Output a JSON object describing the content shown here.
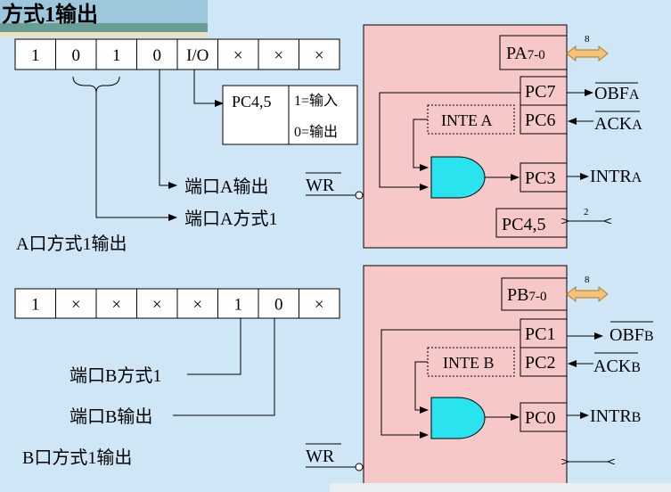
{
  "slide": {
    "title": "方式1输出",
    "colors": {
      "background": "#cfe6f7",
      "panel": "#f7c8c8",
      "panel_header": "#f7c8c8",
      "and_gate": "#29e3ee",
      "arrow": "#f6c27a",
      "line": "#000000"
    }
  },
  "port_a": {
    "control_word_bits": [
      "1",
      "0",
      "1",
      "0",
      "I/O",
      "×",
      "×",
      "×"
    ],
    "pc45_box": {
      "label": "PC4,5",
      "option_in": "1=输入",
      "option_out": "0=输出"
    },
    "label_output": "端口A输出",
    "label_mode": "端口A方式1",
    "caption": "A口方式1输出",
    "wr_signal": "WR",
    "pins": {
      "pa": "PA",
      "pa_sub": "7-0",
      "pa_width": "8",
      "pc7": "PC7",
      "pc6": "PC6",
      "pc3": "PC3",
      "pc45": "PC4,5",
      "pc45_width": "2"
    },
    "signals": {
      "obf": "OBF",
      "obf_sub": "A",
      "ack": "ACK",
      "ack_sub": "A",
      "intr": "INTR",
      "intr_sub": "A"
    },
    "inte": "INTE A"
  },
  "port_b": {
    "control_word_bits": [
      "1",
      "×",
      "×",
      "×",
      "×",
      "1",
      "0",
      "×"
    ],
    "label_mode": "端口B方式1",
    "label_output": "端口B输出",
    "caption": "B口方式1输出",
    "wr_signal": "WR",
    "pins": {
      "pb": "PB",
      "pb_sub": "7-0",
      "pb_width": "8",
      "pc1": "PC1",
      "pc2": "PC2",
      "pc0": "PC0"
    },
    "signals": {
      "obf": "OBF",
      "obf_sub": "B",
      "ack": "ACK",
      "ack_sub": "B",
      "intr": "INTR",
      "intr_sub": "B"
    },
    "inte": "INTE B"
  }
}
